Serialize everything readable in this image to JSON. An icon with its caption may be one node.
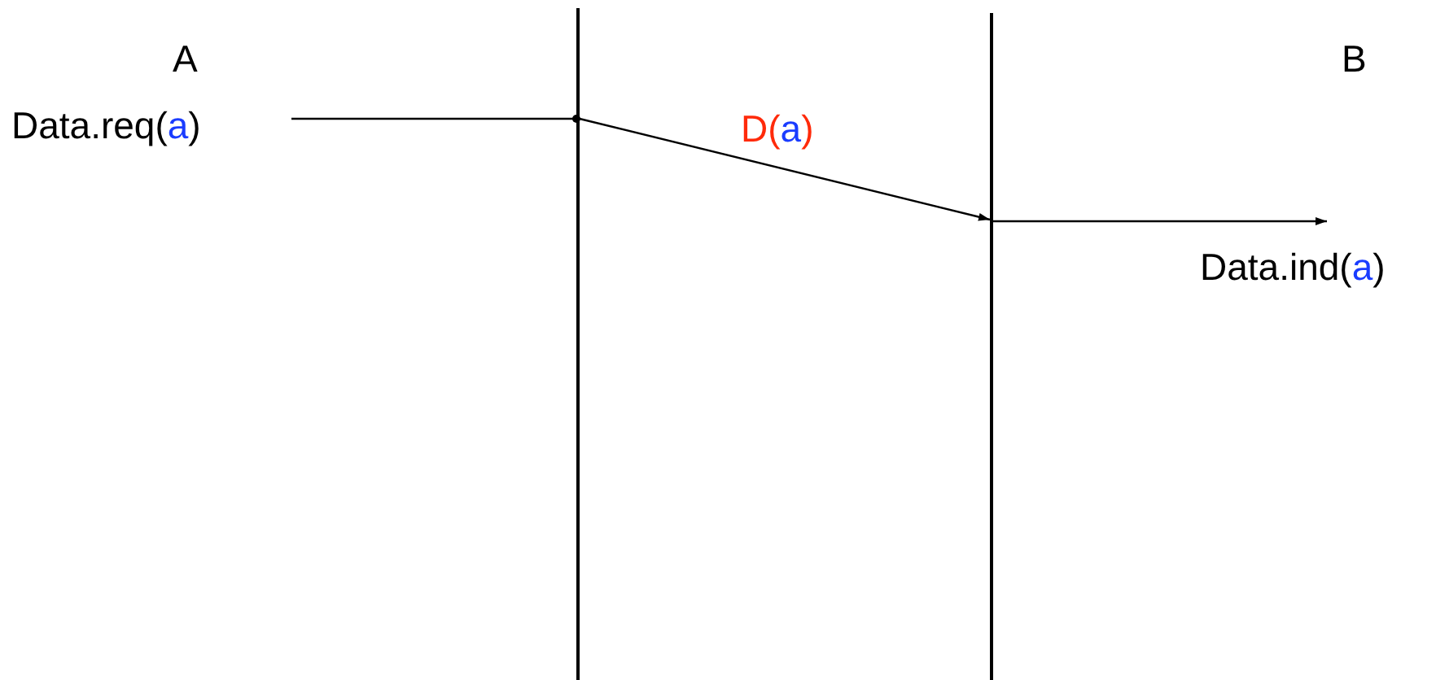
{
  "diagram": {
    "nodes": [
      {
        "text": [
          "Data.req(a)"
        ]
      },
      {
        "text": [],
        "shape": "bar"
      },
      {
        "text": [],
        "shape": "bar"
      }
    ],
    "edges": [
      {
        "from": 0,
        "to": 1,
        "arrow": "other"
      },
      {
        "from": 1,
        "to": 2,
        "arrow": "to",
        "label": "D(a)"
      },
      {
        "from": 2,
        "to": null,
        "arrow": "to"
      }
    ],
    "labels": [
      "A",
      "B",
      "Data.ind(a)"
    ]
  }
}
